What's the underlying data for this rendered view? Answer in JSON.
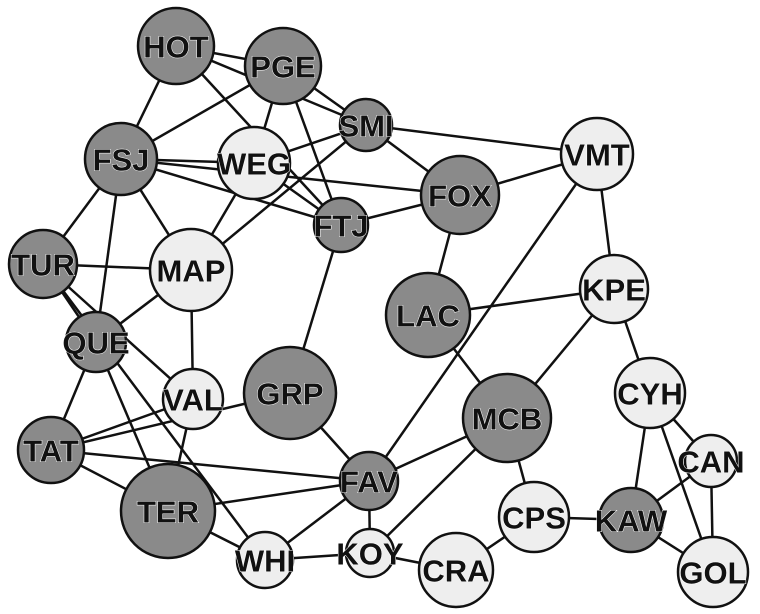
{
  "colors": {
    "dark_node": "#8a8a8a",
    "light_node": "#eeeeee",
    "edge": "#111111",
    "background": "#ffffff"
  },
  "nodes": [
    {
      "id": "HOT",
      "label": "HOT",
      "tone": "dark"
    },
    {
      "id": "PGE",
      "label": "PGE",
      "tone": "dark"
    },
    {
      "id": "SMI",
      "label": "SMI",
      "tone": "dark"
    },
    {
      "id": "VMT",
      "label": "VMT",
      "tone": "light"
    },
    {
      "id": "FSJ",
      "label": "FSJ",
      "tone": "dark"
    },
    {
      "id": "WEG",
      "label": "WEG",
      "tone": "light"
    },
    {
      "id": "FOX",
      "label": "FOX",
      "tone": "dark"
    },
    {
      "id": "FTJ",
      "label": "FTJ",
      "tone": "dark"
    },
    {
      "id": "TUR",
      "label": "TUR",
      "tone": "dark"
    },
    {
      "id": "MAP",
      "label": "MAP",
      "tone": "light"
    },
    {
      "id": "KPE",
      "label": "KPE",
      "tone": "light"
    },
    {
      "id": "LAC",
      "label": "LAC",
      "tone": "dark"
    },
    {
      "id": "QUE",
      "label": "QUE",
      "tone": "dark"
    },
    {
      "id": "VAL",
      "label": "VAL",
      "tone": "light"
    },
    {
      "id": "GRP",
      "label": "GRP",
      "tone": "dark"
    },
    {
      "id": "CYH",
      "label": "CYH",
      "tone": "light"
    },
    {
      "id": "MCB",
      "label": "MCB",
      "tone": "dark"
    },
    {
      "id": "TAT",
      "label": "TAT",
      "tone": "dark"
    },
    {
      "id": "CAN",
      "label": "CAN",
      "tone": "light"
    },
    {
      "id": "FAV",
      "label": "FAV",
      "tone": "dark"
    },
    {
      "id": "TER",
      "label": "TER",
      "tone": "dark"
    },
    {
      "id": "CPS",
      "label": "CPS",
      "tone": "light"
    },
    {
      "id": "KAW",
      "label": "KAW",
      "tone": "dark"
    },
    {
      "id": "WHI",
      "label": "WHI",
      "tone": "light"
    },
    {
      "id": "KOY",
      "label": "KOY",
      "tone": "light"
    },
    {
      "id": "CRA",
      "label": "CRA",
      "tone": "light"
    },
    {
      "id": "GOL",
      "label": "GOL",
      "tone": "light"
    }
  ],
  "edges": [
    [
      "HOT",
      "PGE"
    ],
    [
      "HOT",
      "FSJ"
    ],
    [
      "HOT",
      "SMI"
    ],
    [
      "HOT",
      "FTJ"
    ],
    [
      "PGE",
      "FSJ"
    ],
    [
      "PGE",
      "SMI"
    ],
    [
      "PGE",
      "FTJ"
    ],
    [
      "PGE",
      "WEG"
    ],
    [
      "SMI",
      "VMT"
    ],
    [
      "SMI",
      "FOX"
    ],
    [
      "SMI",
      "WEG"
    ],
    [
      "SMI",
      "MAP"
    ],
    [
      "VMT",
      "FOX"
    ],
    [
      "VMT",
      "KPE"
    ],
    [
      "VMT",
      "FAV"
    ],
    [
      "FSJ",
      "WEG"
    ],
    [
      "FSJ",
      "FOX"
    ],
    [
      "FSJ",
      "FTJ"
    ],
    [
      "FSJ",
      "TUR"
    ],
    [
      "FSJ",
      "MAP"
    ],
    [
      "FSJ",
      "QUE"
    ],
    [
      "WEG",
      "MAP"
    ],
    [
      "WEG",
      "FTJ"
    ],
    [
      "FOX",
      "FTJ"
    ],
    [
      "FOX",
      "LAC"
    ],
    [
      "FTJ",
      "GRP"
    ],
    [
      "TUR",
      "MAP"
    ],
    [
      "TUR",
      "QUE"
    ],
    [
      "TUR",
      "VAL"
    ],
    [
      "TUR",
      "WHI"
    ],
    [
      "MAP",
      "QUE"
    ],
    [
      "MAP",
      "VAL"
    ],
    [
      "KPE",
      "LAC"
    ],
    [
      "KPE",
      "MCB"
    ],
    [
      "KPE",
      "CYH"
    ],
    [
      "LAC",
      "MCB"
    ],
    [
      "QUE",
      "TAT"
    ],
    [
      "QUE",
      "TER"
    ],
    [
      "VAL",
      "TAT"
    ],
    [
      "VAL",
      "TER"
    ],
    [
      "GRP",
      "TAT"
    ],
    [
      "GRP",
      "FAV"
    ],
    [
      "CYH",
      "CAN"
    ],
    [
      "CYH",
      "KAW"
    ],
    [
      "CYH",
      "GOL"
    ],
    [
      "MCB",
      "FAV"
    ],
    [
      "MCB",
      "CPS"
    ],
    [
      "MCB",
      "KOY"
    ],
    [
      "TAT",
      "FAV"
    ],
    [
      "TAT",
      "TER"
    ],
    [
      "CAN",
      "KAW"
    ],
    [
      "CAN",
      "GOL"
    ],
    [
      "FAV",
      "TER"
    ],
    [
      "FAV",
      "WHI"
    ],
    [
      "FAV",
      "KOY"
    ],
    [
      "TER",
      "WHI"
    ],
    [
      "CPS",
      "KAW"
    ],
    [
      "CPS",
      "CRA"
    ],
    [
      "KAW",
      "GOL"
    ],
    [
      "WHI",
      "KOY"
    ],
    [
      "KOY",
      "CRA"
    ]
  ]
}
